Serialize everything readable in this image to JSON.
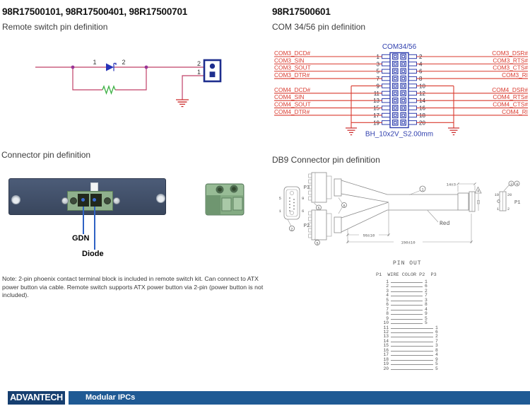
{
  "remote_switch": {
    "title": "98R17500101, 98R17500401, 98R17500701",
    "subtitle": "Remote switch pin definition",
    "diode_pin_left": "1",
    "diode_pin_right": "2",
    "connector_pin_top": "2",
    "connector_pin_bottom": "1"
  },
  "com_header": {
    "title": "98R17500601",
    "subtitle": "COM 34/56 pin definition",
    "connector_name": "COM34/56",
    "footprint": "BH_10x2V_S2.00mm",
    "rows": [
      {
        "left_pin": "1",
        "right_pin": "2",
        "left_label": "COM3_DCD#",
        "right_label": "COM3_DSR#"
      },
      {
        "left_pin": "3",
        "right_pin": "4",
        "left_label": "COM3_SIN",
        "right_label": "COM3_RTS#"
      },
      {
        "left_pin": "5",
        "right_pin": "6",
        "left_label": "COM3_SOUT",
        "right_label": "COM3_CTS#"
      },
      {
        "left_pin": "7",
        "right_pin": "8",
        "left_label": "COM3_DTR#",
        "right_label": "COM3_RI"
      },
      {
        "left_pin": "9",
        "right_pin": "10",
        "left_label": "",
        "right_label": ""
      },
      {
        "left_pin": "11",
        "right_pin": "12",
        "left_label": "COM4_DCD#",
        "right_label": "COM4_DSR#"
      },
      {
        "left_pin": "13",
        "right_pin": "14",
        "left_label": "COM4_SIN",
        "right_label": "COM4_RTS#"
      },
      {
        "left_pin": "15",
        "right_pin": "16",
        "left_label": "COM4_SOUT",
        "right_label": "COM4_CTS#"
      },
      {
        "left_pin": "17",
        "right_pin": "18",
        "left_label": "COM4_DTR#",
        "right_label": "COM4_RI"
      },
      {
        "left_pin": "19",
        "right_pin": "20",
        "left_label": "",
        "right_label": ""
      }
    ]
  },
  "connector_section": {
    "title": "Connector pin definition",
    "pin1_label": "GDN",
    "pin2_label": "Diode"
  },
  "db9_section": {
    "title": "DB9 Connector pin definition",
    "labels": {
      "p1": "P1",
      "p2": "P2",
      "p3": "P3",
      "red_wire": "Red"
    },
    "face_pins": {
      "top_left": "5",
      "top_right": "9",
      "bottom_left": "1",
      "bottom_right": "6"
    },
    "p1_pins": {
      "top_left": "19",
      "top_right": "20",
      "bottom_left": "1",
      "bottom_right": "2"
    },
    "callouts": {
      "cable": "1",
      "db9": "2",
      "c3": "3",
      "c4": "4",
      "p3_conn": "5",
      "p2_conn": "5",
      "clamp": "6",
      "triangle_note": "4"
    },
    "dimensions": {
      "strip": "14±3",
      "split": "55±10",
      "overall": "150±10"
    },
    "pinout": {
      "title": "PIN OUT",
      "header": "P1  WIRE COLOR P2  P3",
      "p2_map": [
        "1",
        "6",
        "2",
        "7",
        "3",
        "8",
        "4",
        "9",
        "5",
        "5"
      ],
      "p3_map": [
        "1",
        "6",
        "2",
        "7",
        "3",
        "8",
        "4",
        "9",
        "5",
        "5"
      ]
    }
  },
  "note": "Note: 2-pin phoenix contact terminal block  is included in remote switch kit. Can connect to ATX power button via cable.  Remote switch supports ATX power button via 2-pin (power button is not included).",
  "footer": {
    "brand": "ADVANTECH",
    "category": "Modular IPCs"
  },
  "colors": {
    "wire_red": "#d93a2e",
    "diagram_blue": "#2f3fae",
    "circuit_pink": "#c04068",
    "junction_purple": "#9a3596",
    "resistor_green": "#3cb043",
    "diode_blue": "#2733b8",
    "ground_red": "#cc2a2a",
    "connector_navy": "#1e2e8e"
  }
}
